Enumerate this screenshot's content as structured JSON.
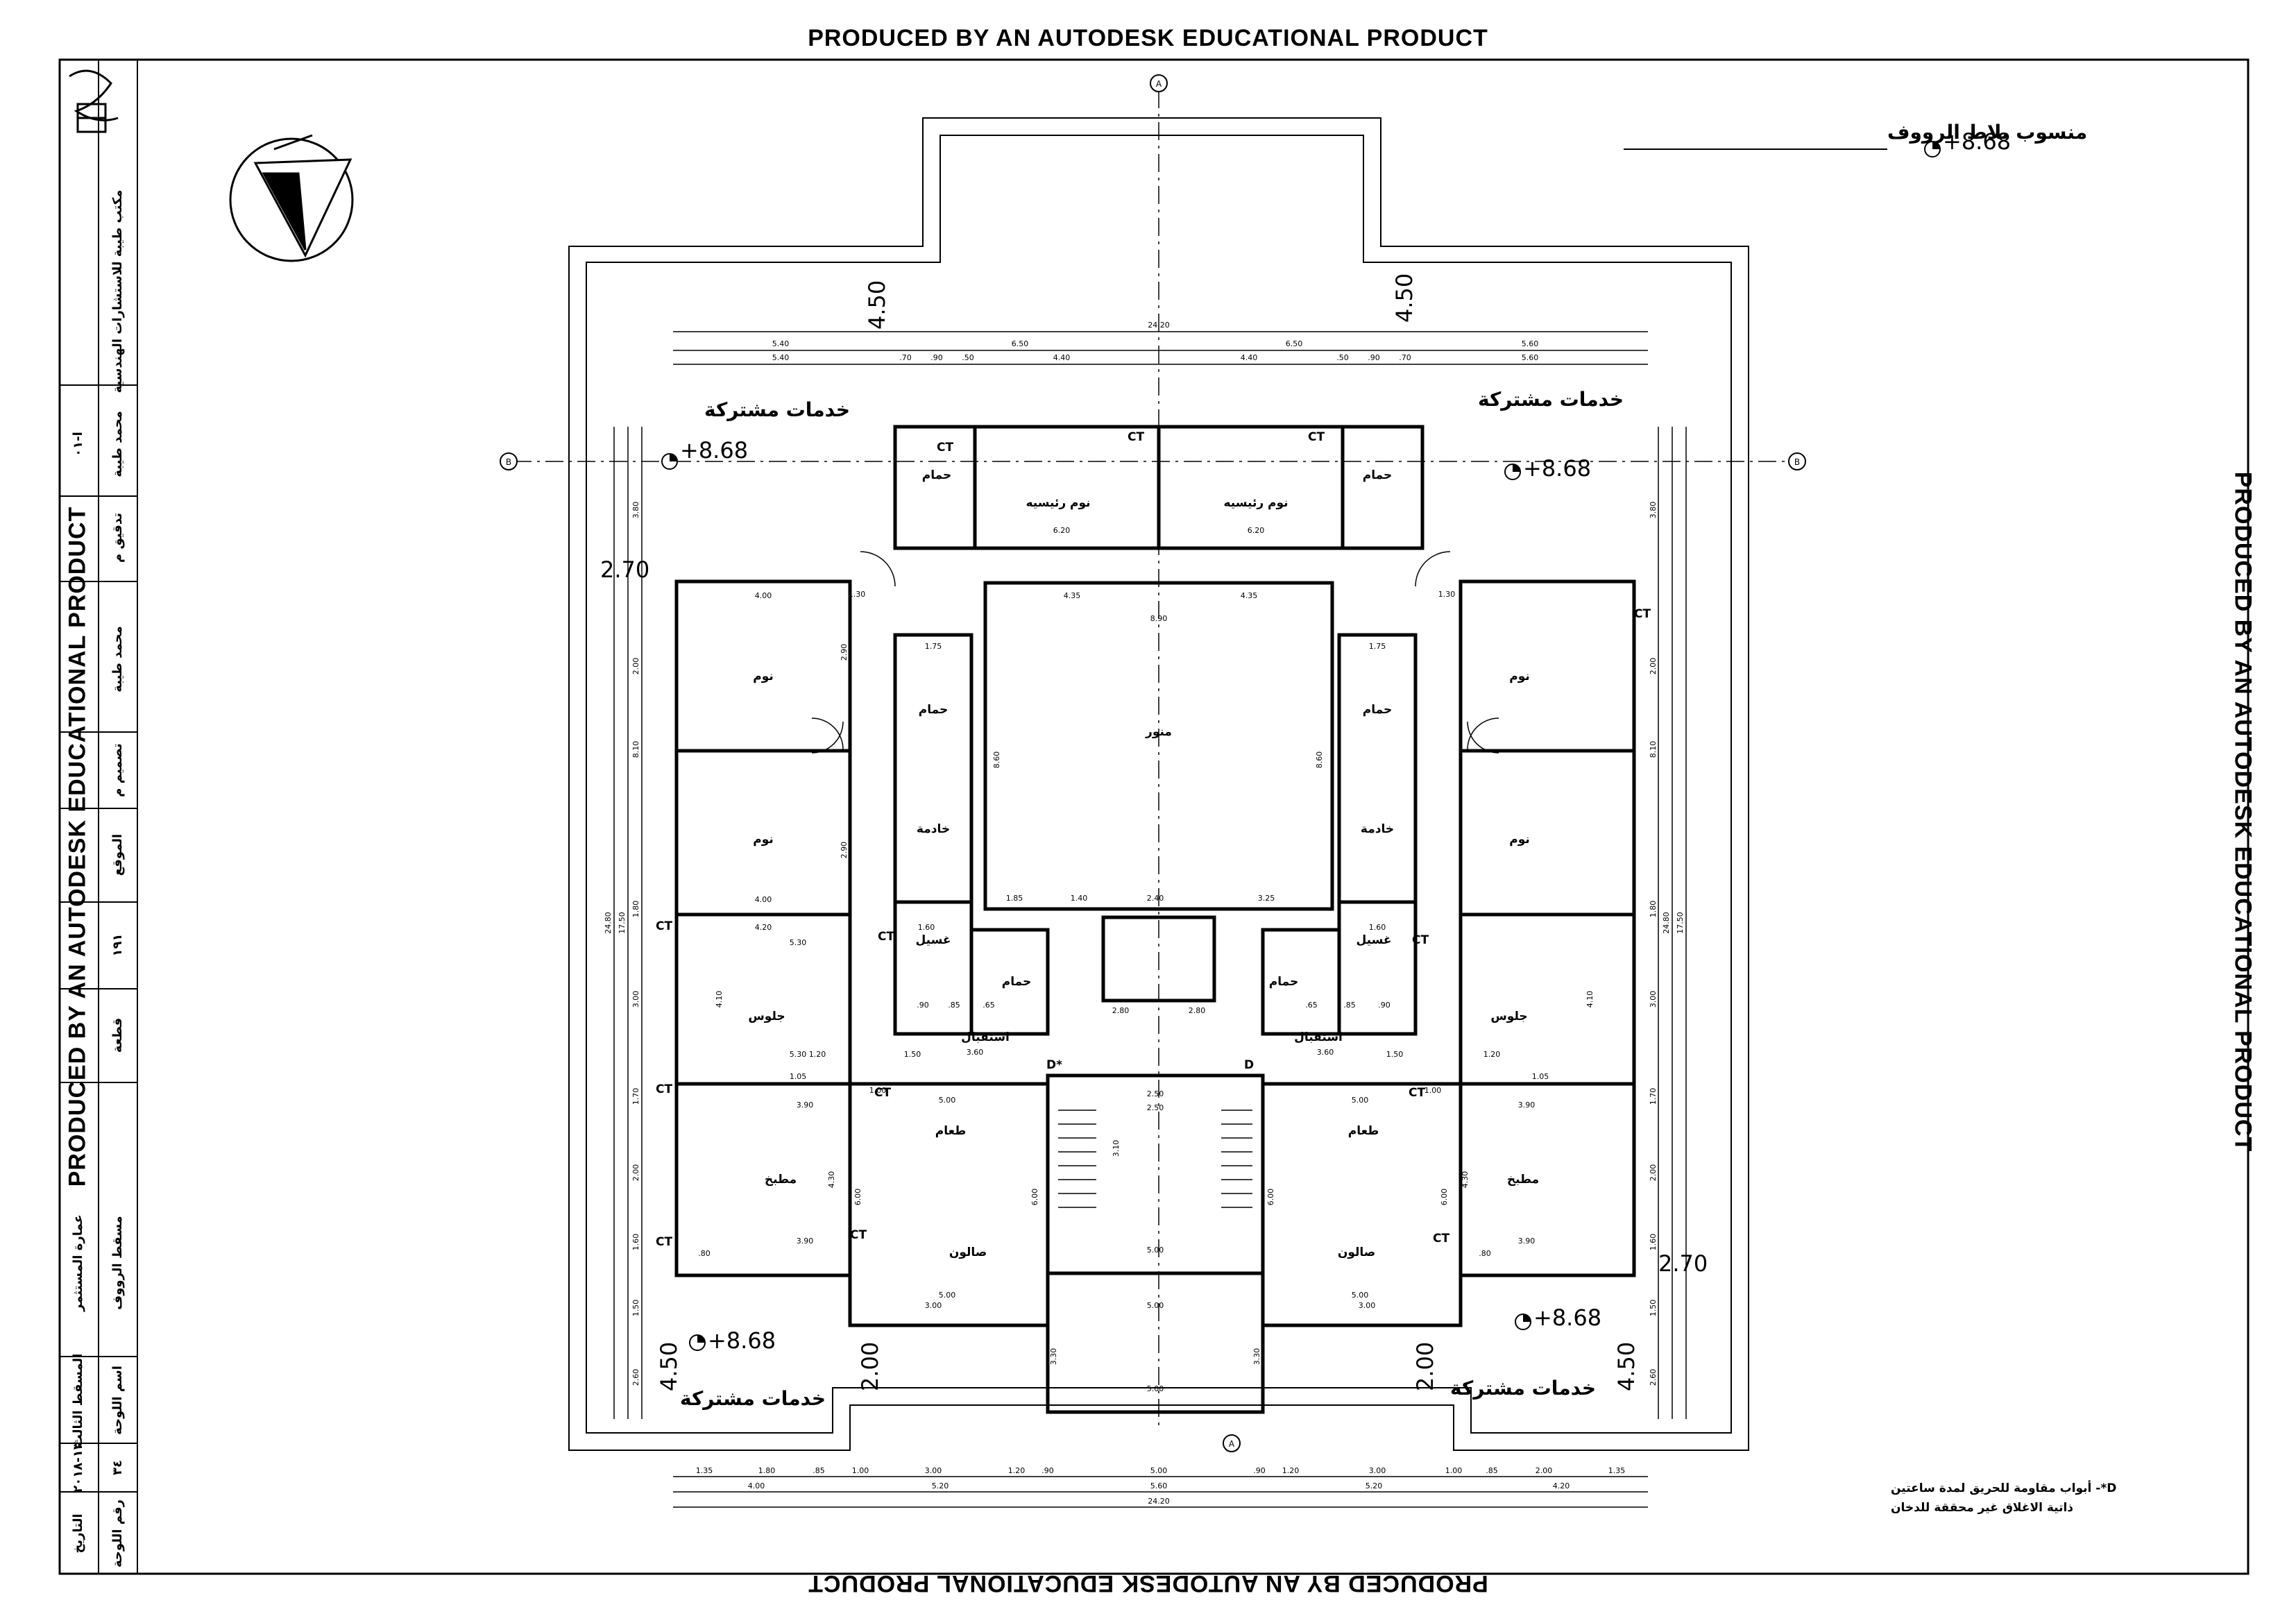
{
  "watermark": "PRODUCED BY AN AUTODESK EDUCATIONAL PRODUCT",
  "levels": {
    "roof_label": "منسوب بلاط الرووف",
    "value": "+8.68",
    "length_2_70": "2.70",
    "length_4_50": "4.50",
    "length_2_00": "2.00"
  },
  "axes": {
    "a": "A",
    "b": "B",
    "ct": "CT",
    "d": "D",
    "d_star": "D*"
  },
  "rooms": {
    "shared_services": "خدمات مشتركة",
    "master_bedroom": "نوم رئيسيه",
    "bedroom": "نوم",
    "bathroom": "حمام",
    "light_well": "منور",
    "maid": "خادمة",
    "laundry": "غسيل",
    "reception": "استقبال",
    "sitting": "جلوس",
    "kitchen": "مطبخ",
    "dining": "طعام",
    "salon": "صالون"
  },
  "notes": {
    "line1": "D*- أبواب مقاومة للحريق لمدة ساعتين",
    "line2": "ذاتية الاغلاق غير محققة للدخان"
  },
  "dims": {
    "overall": "24.20",
    "top_row1": [
      "5.40",
      "6.50",
      "6.50",
      "5.60"
    ],
    "top_row2": [
      "5.40",
      ".70",
      ".90",
      ".50",
      "4.40",
      "4.40",
      ".50",
      ".90",
      ".70",
      "5.60"
    ],
    "bottom_row1": [
      "1.35",
      "1.80",
      ".85",
      "1.00",
      "3.00",
      "1.20",
      ".90",
      "5.00",
      ".90",
      "1.20",
      "3.00",
      "1.00",
      ".85",
      "2.00",
      "1.35"
    ],
    "bottom_row2": [
      "4.00",
      "5.20",
      "5.60",
      "5.20",
      "4.20"
    ],
    "left_col": [
      "3.80",
      "2.00",
      "8.10",
      "1.80",
      "3.00",
      "1.70",
      "2.00",
      "1.60",
      "1.50",
      "2.60"
    ],
    "left_totals": [
      "24.80",
      "17.50"
    ],
    "inner": [
      "4.00",
      "4.20",
      "5.30",
      "4.35",
      "8.90",
      "6.20",
      "2.40",
      "1.85",
      "1.40",
      "3.25",
      "3.90",
      "5.00",
      "2.50",
      "3.10",
      "4.10",
      "2.90",
      "1.75",
      "1.60",
      "3.60",
      "3.30",
      "6.00",
      "4.30",
      "8.60",
      "1.00",
      "1.50",
      "1.20",
      "1.30",
      "2.80",
      "1.05",
      ".80",
      ".90",
      ".85",
      ".65",
      "3.00"
    ]
  },
  "title_block": {
    "office": "مكتب طيبة للاستشارات الهندسية",
    "engineer": "محمد طيبة",
    "audit_label": "تدقيق م",
    "design_label": "تصميم م",
    "site_label": "الموقع",
    "plot": "١٩١",
    "parcel_label": "قطعة",
    "drawing_title": "مسقط الرووف",
    "owner": "عمارة المستثمر",
    "sheet_name_label": "اسم اللوحة",
    "sheet_name": "المسقط الثالث",
    "sheet_no_label": "رقم اللوحة",
    "sheet_no": "٣٤",
    "date_label": "التاريخ",
    "date": "١٣-٢٠١٨",
    "sheet_ref": "ا-٠١"
  }
}
